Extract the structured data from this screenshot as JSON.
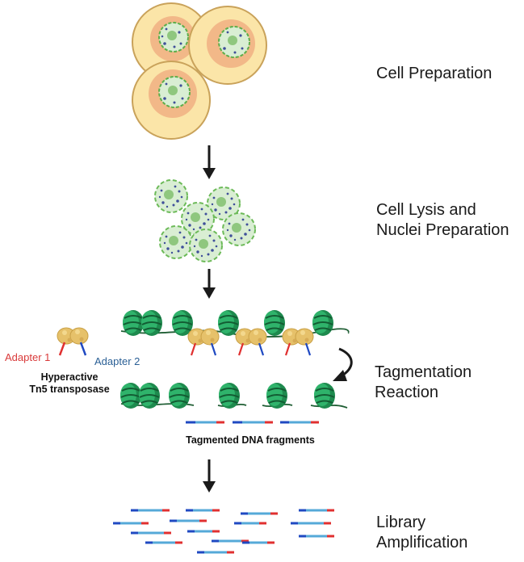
{
  "steps": {
    "cell_preparation": "Cell Preparation",
    "lysis_line1": "Cell Lysis and",
    "lysis_line2": "Nuclei Preparation",
    "tagmentation_line1": "Tagmentation",
    "tagmentation_line2": "Reaction",
    "library_line1": "Library",
    "library_line2": "Amplification"
  },
  "labels": {
    "adapter1": "Adapter 1",
    "adapter2": "Adapter 2",
    "transposase_line1": "Hyperactive",
    "transposase_line2": "Tn5 transposase",
    "fragments": "Tagmented DNA fragments"
  },
  "colors": {
    "cell_fill": "#fbe5a8",
    "cell_stroke": "#c9a25a",
    "cytoplasm": "#f2b888",
    "nucleus_fill": "#d9eed3",
    "nucleus_stroke": "#5cae4a",
    "nucleolus": "#8fc77e",
    "chromatin": "#3f4f9a",
    "nucleosome_dark": "#1e8a4e",
    "nucleosome_light": "#2fb36b",
    "transposase": "#e6c16a",
    "adapter_red": "#e03030",
    "adapter_blue": "#1f49c2",
    "fragment_mid": "#55a9d8",
    "arrow": "#1a1a1a"
  }
}
